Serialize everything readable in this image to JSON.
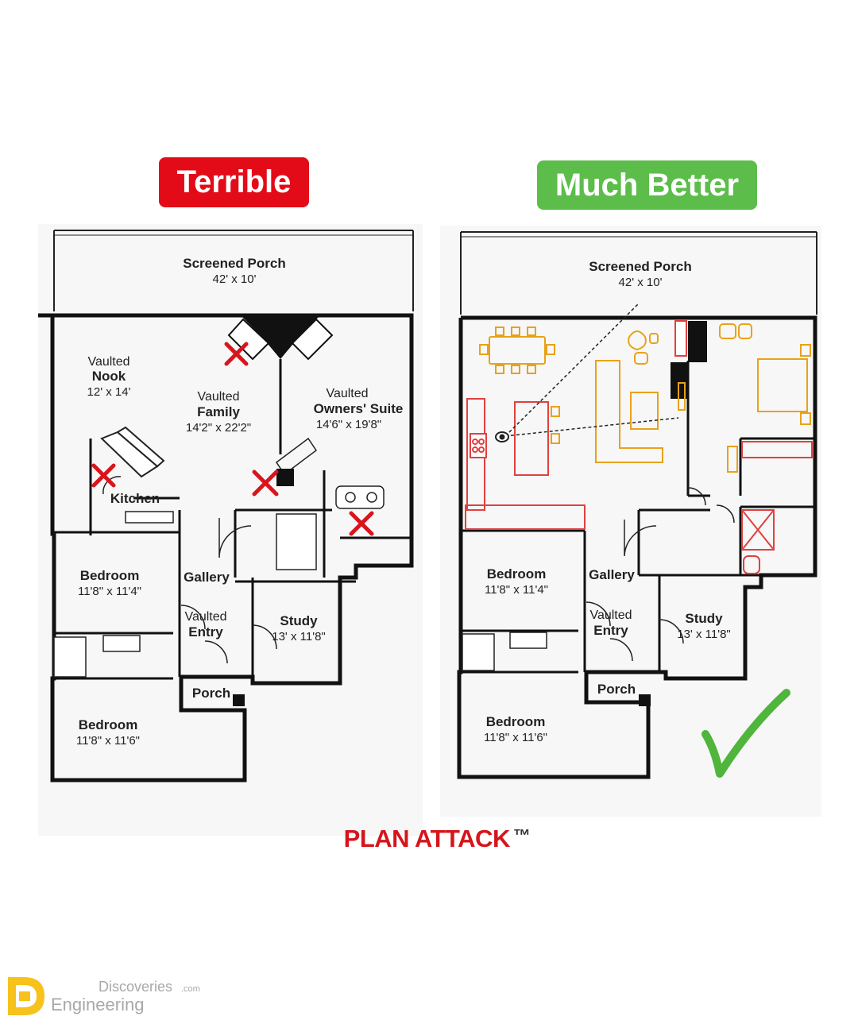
{
  "labels": {
    "terrible": "Terrible",
    "better": "Much Better"
  },
  "colors": {
    "terrible_bg": "#e30b17",
    "better_bg": "#5cbd4b",
    "red_x": "#d8151d",
    "furniture_orange": "#e8a21a",
    "cabinet_red": "#e04040",
    "check_green": "#4fb53b",
    "brand_red": "#d5141c"
  },
  "brand": {
    "name": "PLAN ATTACK",
    "tm": "™"
  },
  "watermark": {
    "line1": "Discoveries",
    "line1_suffix": ".com",
    "line2": "Engineering"
  },
  "rooms": {
    "porch_screened": "Screened Porch",
    "porch_screened_dim": "42' x 10'",
    "nook_vaulted": "Vaulted",
    "nook": "Nook",
    "nook_dim": "12' x 14'",
    "family_vaulted": "Vaulted",
    "family": "Family",
    "family_dim": "14'2\" x 22'2\"",
    "owners_vaulted": "Vaulted",
    "owners": "Owners' Suite",
    "owners_dim": "14'6\" x 19'8\"",
    "kitchen": "Kitchen",
    "bedroom1": "Bedroom",
    "bedroom1_dim": "11'8\" x 11'4\"",
    "gallery": "Gallery",
    "entry_vaulted": "Vaulted",
    "entry": "Entry",
    "study": "Study",
    "study_dim": "13' x 11'8\"",
    "porch": "Porch",
    "bedroom2": "Bedroom",
    "bedroom2_dim": "11'8\" x 11'6\""
  }
}
